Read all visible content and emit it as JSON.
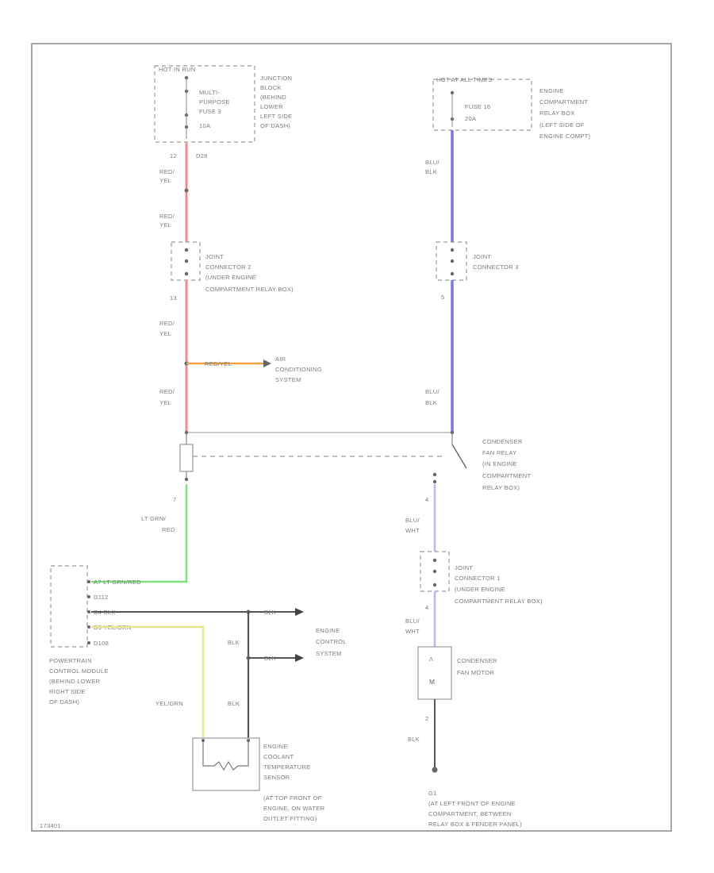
{
  "labels": {
    "hot_in_run": "HOT IN RUN",
    "hot_at_all_times": "HOT AT ALL TIMES",
    "junction_block": [
      "JUNCTION",
      "BLOCK",
      "(BEHIND",
      "LOWER",
      "LEFT SIDE",
      "OF DASH)"
    ],
    "mp_fuse": [
      "MULTI-",
      "PURPOSE",
      "FUSE 3",
      "10A"
    ],
    "engine_relay_box": [
      "ENGINE",
      "COMPARTMENT",
      "RELAY BOX",
      "(LEFT SIDE OF",
      "ENGINE COMPT)"
    ],
    "fuse_16": [
      "FUSE 16",
      "20A"
    ],
    "pin_12": "12",
    "pin_d28": "D28",
    "red_yel": [
      "RED/",
      "YEL"
    ],
    "blu_blk": [
      "BLU/",
      "BLK"
    ],
    "jc2": [
      "JOINT",
      "CONNECTOR 2",
      "(UNDER ENGINE",
      "COMPARTMENT RELAY BOX)"
    ],
    "jc3": [
      "JOINT",
      "CONNECTOR 3"
    ],
    "pin_13": "13",
    "pin_5": "5",
    "red_yel_inline": "RED/YEL",
    "ac_system": [
      "AIR",
      "CONDITIONING",
      "SYSTEM"
    ],
    "cond_fan_relay": [
      "CONDENSER",
      "FAN RELAY",
      "(IN ENGINE",
      "COMPARTMENT",
      "RELAY BOX)"
    ],
    "pin_7": "7",
    "lt_grn_red": [
      "LT GRN/",
      "RED"
    ],
    "pin_4a": "4",
    "blu_wht": [
      "BLU/",
      "WHT"
    ],
    "jc1": [
      "JOINT",
      "CONNECTOR 1",
      "(UNDER ENGINE",
      "COMPARTMENT RELAY BOX)"
    ],
    "pin_4b": "4",
    "pcm_pins": [
      "A7  LT GRN/RED",
      "D112",
      "D4  BLK",
      "D9  YEL/GRN",
      "D108"
    ],
    "blk_arrow1": "BLK",
    "blk_arrow2": "BLK",
    "engine_control": [
      "ENGINE",
      "CONTROL",
      "SYSTEM"
    ],
    "blk_vert1": "BLK",
    "pcm": [
      "POWERTRAIN",
      "CONTROL MODULE",
      "(BEHIND LOWER",
      "RIGHT SIDE",
      "OF DASH)"
    ],
    "yel_grn": "YEL/GRN",
    "blk_vert2": "BLK",
    "ect_sensor": [
      "ENGINE",
      "COOLANT",
      "TEMPERATURE",
      "SENSOR",
      "(AT TOP FRONT OF",
      "ENGINE, ON WATER",
      "OUTLET FITTING)"
    ],
    "cond_fan_motor": [
      "CONDENSER",
      "FAN MOTOR"
    ],
    "pin_2": "2",
    "blk_ground": "BLK",
    "ground_id": "G1",
    "ground_desc": [
      "(AT LEFT FRONT OF ENGINE",
      "COMPARTMENT, BETWEEN",
      "RELAY BOX & FENDER PANEL)"
    ],
    "diagram_id": "173401"
  },
  "wire_colors": {
    "red_yel": "#f08c8c",
    "blu_blk": "#7878e0",
    "lt_grn_red": "#7ee07e",
    "blu_wht": "#b8b8f4",
    "yel_grn": "#e6e690",
    "blk": "#555555",
    "orange": "#f0a040"
  }
}
